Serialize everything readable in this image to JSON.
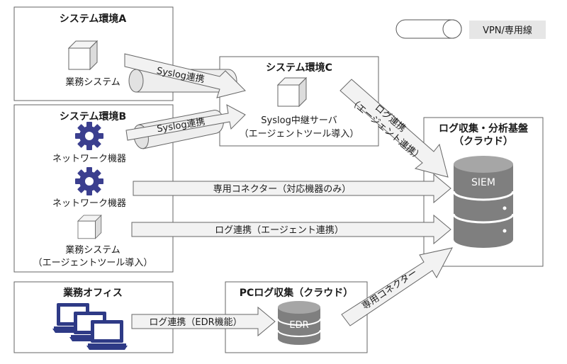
{
  "legend": {
    "label": "VPN/専用線"
  },
  "env_a": {
    "title": "システム環境A",
    "server_label": "業務システム"
  },
  "env_b": {
    "title": "システム環境B",
    "device1_label": "ネットワーク機器",
    "device2_label": "ネットワーク機器",
    "server_label_line1": "業務システム",
    "server_label_line2": "（エージェントツール導入）"
  },
  "env_c": {
    "title": "システム環境C",
    "server_label_line1": "Syslog中継サーバ",
    "server_label_line2": "（エージェントツール導入）"
  },
  "siem_box": {
    "title_line1": "ログ収集・分析基盤",
    "title_line2": "（クラウド）",
    "db_label": "SIEM"
  },
  "office": {
    "title": "業務オフィス"
  },
  "pc_box": {
    "title": "PCログ収集（クラウド）",
    "db_label": "EDR"
  },
  "arrows": {
    "a_to_c": "Syslog連携",
    "b_to_c": "Syslog連携",
    "c_to_siem_line1": "ログ連携",
    "c_to_siem_line2": "（エージェント連携）",
    "device_to_siem": "専用コネクター（対応機器のみ）",
    "server_to_siem": "ログ連携（エージェント連携）",
    "office_to_edr": "ログ連携（EDR機能）",
    "edr_to_siem": "専用コネクター"
  },
  "colors": {
    "gear": "#3b3f8f",
    "laptop": "#2e3a86",
    "tube": "#eeeeee",
    "legend_fill": "#e6e6e6"
  },
  "icons": [
    "server-cube-icon",
    "gear-icon",
    "laptop-icon",
    "database-icon",
    "tube-icon"
  ]
}
